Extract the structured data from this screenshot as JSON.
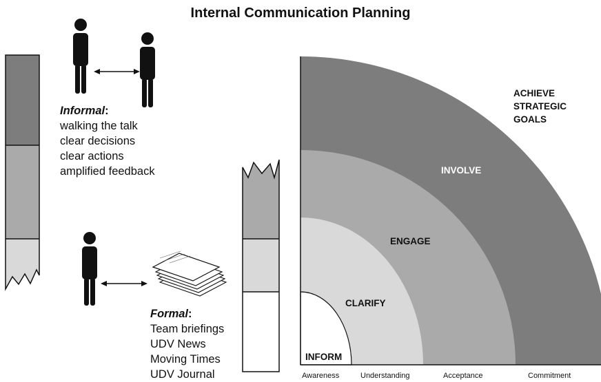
{
  "title": "Internal Communication Planning",
  "informal": {
    "heading": "Informal",
    "colon": ":",
    "items": [
      "walking the talk",
      "clear decisions",
      "clear actions",
      "amplified feedback"
    ]
  },
  "formal": {
    "heading": "Formal",
    "colon": ":",
    "items": [
      "Team briefings",
      "UDV News",
      "Moving Times",
      "UDV Journal"
    ]
  },
  "zones": {
    "inform": "INFORM",
    "clarify": "CLARIFY",
    "engage": "ENGAGE",
    "involve": "INVOLVE",
    "goal": [
      "ACHIEVE",
      "STRATEGIC",
      "GOALS"
    ]
  },
  "axis_labels": [
    "Awareness",
    "Understanding",
    "Acceptance",
    "Commitment"
  ],
  "colors": {
    "involve": "#7d7d7d",
    "engage": "#aaaaaa",
    "clarify": "#d9d9d9",
    "inform": "#ffffff",
    "figure": "#111111"
  },
  "icons": [
    "person-icon",
    "double-arrow-icon",
    "documents-icon"
  ]
}
